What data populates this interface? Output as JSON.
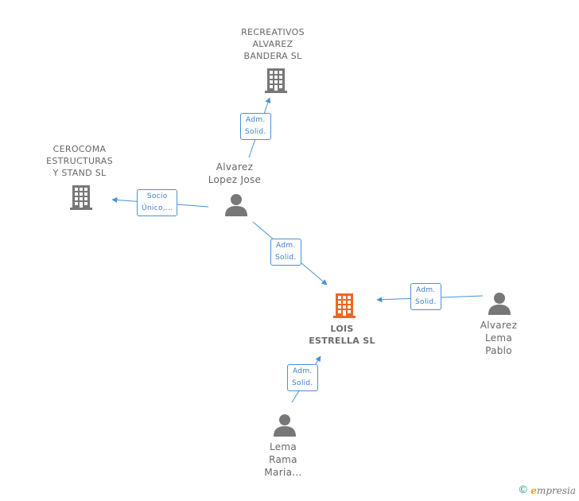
{
  "nodes": {
    "recreativos": {
      "lines": [
        "RECREATIVOS",
        "ALVAREZ",
        "BANDERA SL"
      ]
    },
    "cerocoma": {
      "lines": [
        "CEROCOMA",
        "ESTRUCTURAS",
        "Y STAND SL"
      ]
    },
    "alvarez_lopez": {
      "lines": [
        "Alvarez",
        "Lopez Jose"
      ]
    },
    "lois": {
      "lines": [
        "LOIS",
        "ESTRELLA SL"
      ]
    },
    "alvarez_lema": {
      "lines": [
        "Alvarez",
        "Lema",
        "Pablo"
      ]
    },
    "lema_rama": {
      "lines": [
        "Lema",
        "Rama",
        "Maria..."
      ]
    }
  },
  "edges": {
    "e1": {
      "lines": [
        "Adm.",
        "Solid."
      ]
    },
    "e2": {
      "lines": [
        "Socio",
        "Único,..."
      ]
    },
    "e3": {
      "lines": [
        "Adm.",
        "Solid."
      ]
    },
    "e4": {
      "lines": [
        "Adm.",
        "Solid."
      ]
    },
    "e5": {
      "lines": [
        "Adm.",
        "Solid."
      ]
    }
  },
  "colors": {
    "edge": "#4a90d9",
    "company": "#777777",
    "focus_company": "#f26522",
    "person": "#777777"
  },
  "footer": {
    "copyright": "©",
    "brand_initial": "e",
    "brand_rest": "mpresia"
  }
}
